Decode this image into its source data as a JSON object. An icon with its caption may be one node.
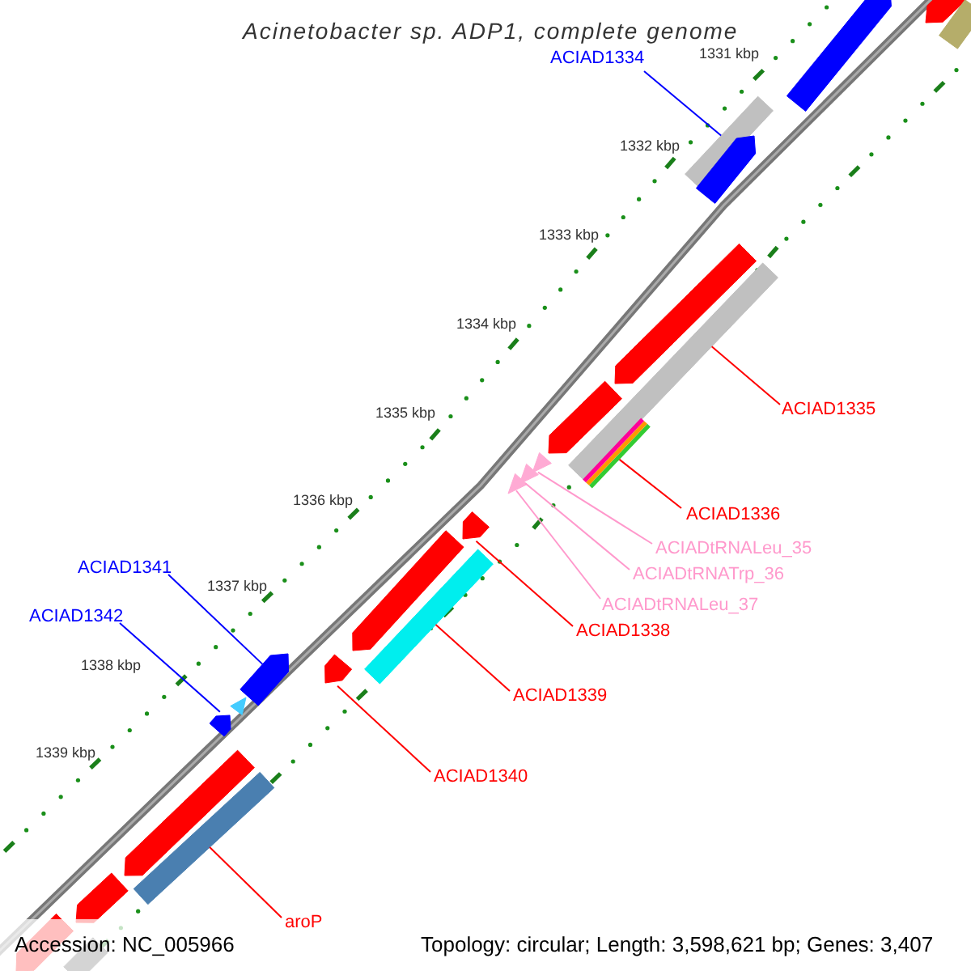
{
  "diagram": {
    "title": "Acinetobacter sp. ADP1, complete genome",
    "nodes": [
      {
        "text": [
          "ACIAD1334"
        ]
      },
      {
        "text": [
          "ACIAD1335"
        ]
      },
      {
        "text": [
          "ACIAD1336"
        ]
      },
      {
        "text": [
          "ACIADtRNALeu_35"
        ]
      },
      {
        "text": [
          "ACIADtRNATrp_36"
        ]
      },
      {
        "text": [
          "ACIADtRNALeu_37"
        ]
      },
      {
        "text": [
          "ACIAD1338"
        ]
      },
      {
        "text": [
          "ACIAD1339"
        ]
      },
      {
        "text": [
          "ACIAD1340"
        ]
      },
      {
        "text": [
          "ACIAD1341"
        ]
      },
      {
        "text": [
          "ACIAD1342"
        ]
      },
      {
        "text": [
          "aroP"
        ]
      },
      {
        "text": [],
        "shape": "pentagon"
      },
      {
        "text": [],
        "shape": "pentagon"
      },
      {
        "text": [],
        "shape": "bar"
      },
      {
        "text": [],
        "shape": "bar"
      },
      {
        "text": [],
        "shape": "pentagon"
      },
      {
        "text": [],
        "shape": "pentagon"
      },
      {
        "text": [],
        "shape": "bar"
      },
      {
        "text": [],
        "shape": "pentagon"
      },
      {
        "text": [],
        "shape": "bar"
      },
      {
        "text": [],
        "shape": "triangle"
      },
      {
        "text": [],
        "shape": "triangle"
      },
      {
        "text": [],
        "shape": "triangle"
      },
      {
        "text": [],
        "shape": "pentagon"
      },
      {
        "text": [],
        "shape": "pentagon"
      },
      {
        "text": [],
        "shape": "bar"
      },
      {
        "text": [],
        "shape": "pentagon"
      },
      {
        "text": [],
        "shape": "pentagon"
      },
      {
        "text": [],
        "shape": "triangle"
      },
      {
        "text": [],
        "shape": "pentagon"
      },
      {
        "text": [],
        "shape": "pentagon"
      },
      {
        "text": [],
        "shape": "bar"
      },
      {
        "text": [],
        "shape": "pentagon"
      },
      {
        "text": [],
        "shape": "pentagon"
      },
      {
        "text": [],
        "shape": "bar"
      }
    ],
    "edges": [
      {
        "from": 0,
        "to": 15,
        "arrow": "none",
        "color": "#0000ff"
      },
      {
        "from": 1,
        "to": 18,
        "arrow": "none"
      },
      {
        "from": 2,
        "to": 20,
        "arrow": "none"
      },
      {
        "from": 3,
        "to": 21,
        "arrow": "none",
        "color": "#ff99cc"
      },
      {
        "from": 4,
        "to": 22,
        "arrow": "none",
        "color": "#ff99cc"
      },
      {
        "from": 5,
        "to": 23,
        "arrow": "none",
        "color": "#ff99cc"
      },
      {
        "from": 6,
        "to": 24,
        "arrow": "none"
      },
      {
        "from": 7,
        "to": 26,
        "arrow": "none"
      },
      {
        "from": 8,
        "to": 28,
        "arrow": "none"
      },
      {
        "from": 9,
        "to": 27,
        "arrow": "none",
        "color": "#0000ff"
      },
      {
        "from": 10,
        "to": 30,
        "arrow": "none",
        "color": "#0000ff"
      },
      {
        "from": 11,
        "to": 32,
        "arrow": "none"
      }
    ],
    "labels": [
      "1331 kbp",
      "1332 kbp",
      "1333 kbp",
      "1334 kbp",
      "1335 kbp",
      "1336 kbp",
      "1337 kbp",
      "1338 kbp",
      "1339 kbp",
      "Accession: NC_005966",
      "Topology: circular; Length: 3,598,621 bp; Genes: 3,407"
    ]
  }
}
